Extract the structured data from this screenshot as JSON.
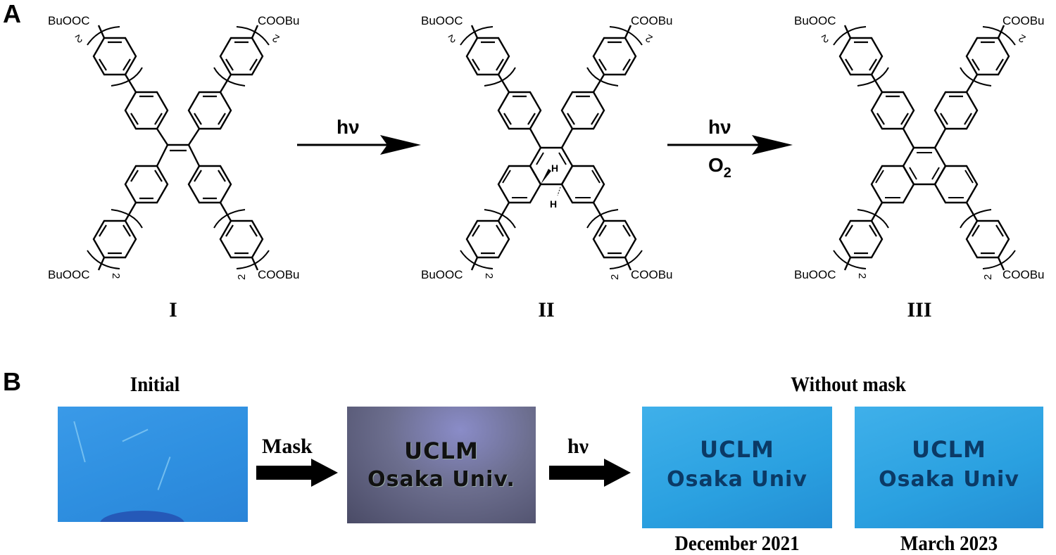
{
  "panel_a": {
    "label": "A",
    "compounds": [
      {
        "id": "I",
        "label": "I",
        "substituent": "BuOOC",
        "substituent_right": "COOBu",
        "repeat": "2"
      },
      {
        "id": "II",
        "label": "II",
        "substituent": "BuOOC",
        "substituent_right": "COOBu",
        "repeat": "2",
        "h_label": "H"
      },
      {
        "id": "III",
        "label": "III",
        "substituent": "BuOOC",
        "substituent_right": "COOBu",
        "repeat": "2"
      }
    ],
    "arrows": [
      {
        "above": "hν",
        "below": ""
      },
      {
        "above": "hν",
        "below": "O",
        "below_sub": "2"
      }
    ]
  },
  "panel_b": {
    "label": "B",
    "titles": {
      "initial": "Initial",
      "without_mask": "Without mask"
    },
    "arrows": [
      {
        "label": "Mask"
      },
      {
        "label": "hν"
      }
    ],
    "photos": [
      {
        "id": "initial",
        "caption": "",
        "text_line1": "",
        "text_line2": "",
        "color": "#2f90e2"
      },
      {
        "id": "masked",
        "caption": "",
        "text_line1": "UCLM",
        "text_line2": "Osaka Univ.",
        "color": "#6b6e8a"
      },
      {
        "id": "dec2021",
        "caption": "December 2021",
        "text_line1": "UCLM",
        "text_line2": "Osaka Univ",
        "color": "#2aa3e3"
      },
      {
        "id": "mar2023",
        "caption": "March 2023",
        "text_line1": "UCLM",
        "text_line2": "Osaka Univ",
        "color": "#2aa3e3"
      }
    ]
  }
}
